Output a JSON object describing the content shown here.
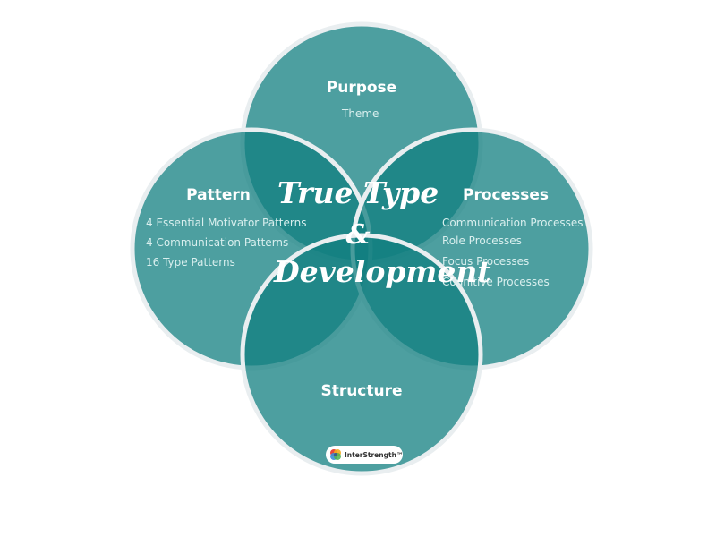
{
  "colors": {
    "circle_fill": "#127f80",
    "outline": "#e9eef0",
    "text": "#ffffff",
    "subtext": "#d9efee"
  },
  "center": {
    "line1": "True Type",
    "line2": "&",
    "line3": "Development"
  },
  "circles": {
    "purpose": {
      "title": "Purpose",
      "items": [
        "Theme"
      ]
    },
    "pattern": {
      "title": "Pattern",
      "items": [
        "4 Essential Motivator Patterns",
        "4 Communication Patterns",
        "16 Type Patterns"
      ]
    },
    "processes": {
      "title": "Processes",
      "items": [
        "Communication Processes",
        "Role Processes",
        "Focus Processes",
        "Cognitive Processes"
      ]
    },
    "structure": {
      "title": "Structure",
      "items": []
    }
  },
  "logo": {
    "text": "InterStrength™"
  }
}
